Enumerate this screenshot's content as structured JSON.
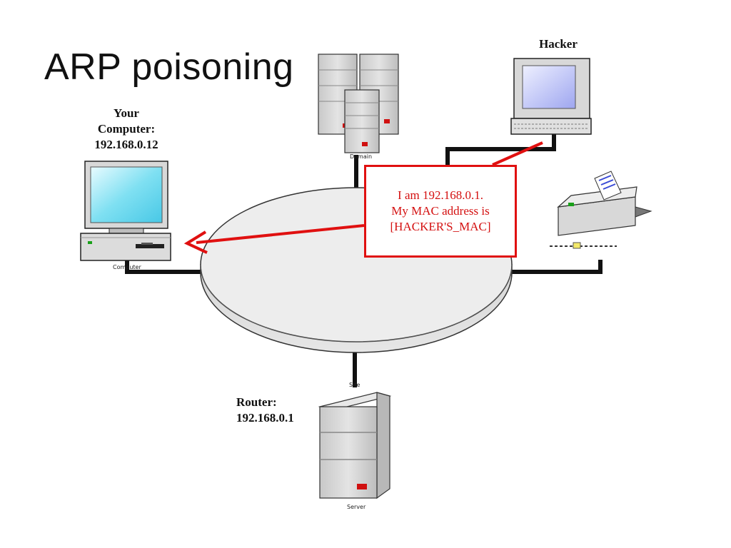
{
  "title": "ARP poisoning",
  "nodes": {
    "your_computer": {
      "label_lines": [
        "Your",
        "Computer:",
        "192.168.0.12"
      ],
      "caption": "Computer"
    },
    "hacker": {
      "label": "Hacker"
    },
    "domain_servers": {
      "caption": "Domain"
    },
    "router": {
      "label_lines": [
        "Router:",
        "192.168.0.1"
      ],
      "caption": "Server"
    },
    "hub": {
      "caption": "Site"
    }
  },
  "callout": {
    "lines": [
      "I am 192.168.0.1.",
      "My MAC address is",
      "[HACKER'S_MAC]"
    ]
  },
  "colors": {
    "accent": "#e01010",
    "cable": "#111111",
    "screen": "#7fe0f2",
    "hub_top": "#ededed"
  }
}
